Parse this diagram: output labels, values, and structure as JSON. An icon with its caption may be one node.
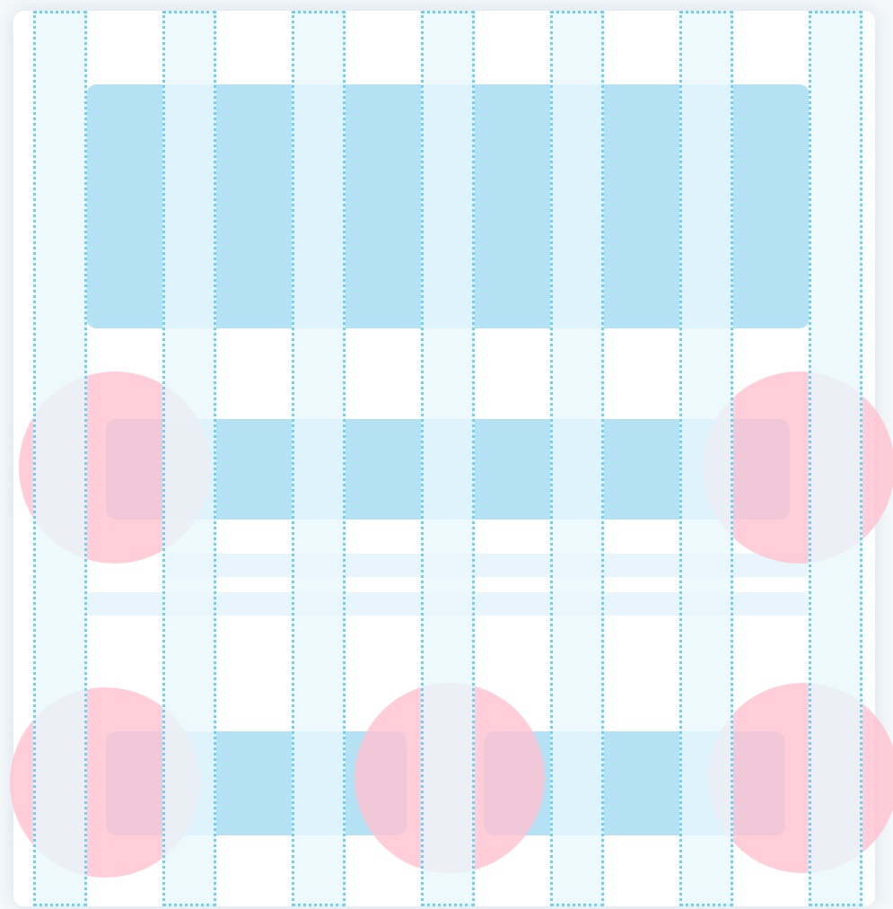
{
  "diagram": {
    "nodes": [
      {
        "text": [],
        "shape": "box"
      },
      {
        "text": [],
        "shape": "circle"
      },
      {
        "text": [],
        "shape": "box"
      },
      {
        "text": [],
        "shape": "circle"
      },
      {
        "text": [],
        "shape": "bar"
      },
      {
        "text": [],
        "shape": "bar"
      },
      {
        "text": [],
        "shape": "circle"
      },
      {
        "text": [],
        "shape": "box"
      },
      {
        "text": [],
        "shape": "circle"
      },
      {
        "text": [],
        "shape": "box"
      },
      {
        "text": [],
        "shape": "circle"
      },
      {
        "text": [],
        "shape": "column"
      },
      {
        "text": [],
        "shape": "column"
      },
      {
        "text": [],
        "shape": "column"
      },
      {
        "text": [],
        "shape": "column"
      },
      {
        "text": [],
        "shape": "column"
      },
      {
        "text": [],
        "shape": "column"
      },
      {
        "text": [],
        "shape": "column"
      }
    ]
  }
}
